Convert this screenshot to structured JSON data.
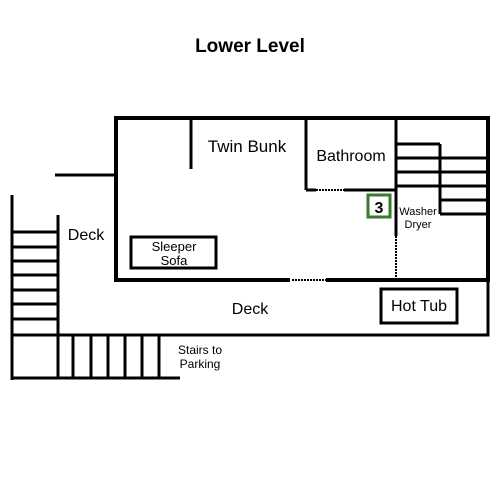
{
  "title": "Lower Level",
  "rooms": {
    "twin_bunk": "Twin Bunk",
    "bathroom": "Bathroom",
    "washer": "Washer",
    "dryer": "Dryer",
    "sleeper_line1": "Sleeper",
    "sleeper_line2": "Sofa",
    "deck_left": "Deck",
    "deck_bottom": "Deck",
    "hot_tub": "Hot Tub",
    "stairs_line1": "Stairs to",
    "stairs_line2": "Parking"
  },
  "marker": {
    "number": "3",
    "color": "#3a7a2e"
  }
}
